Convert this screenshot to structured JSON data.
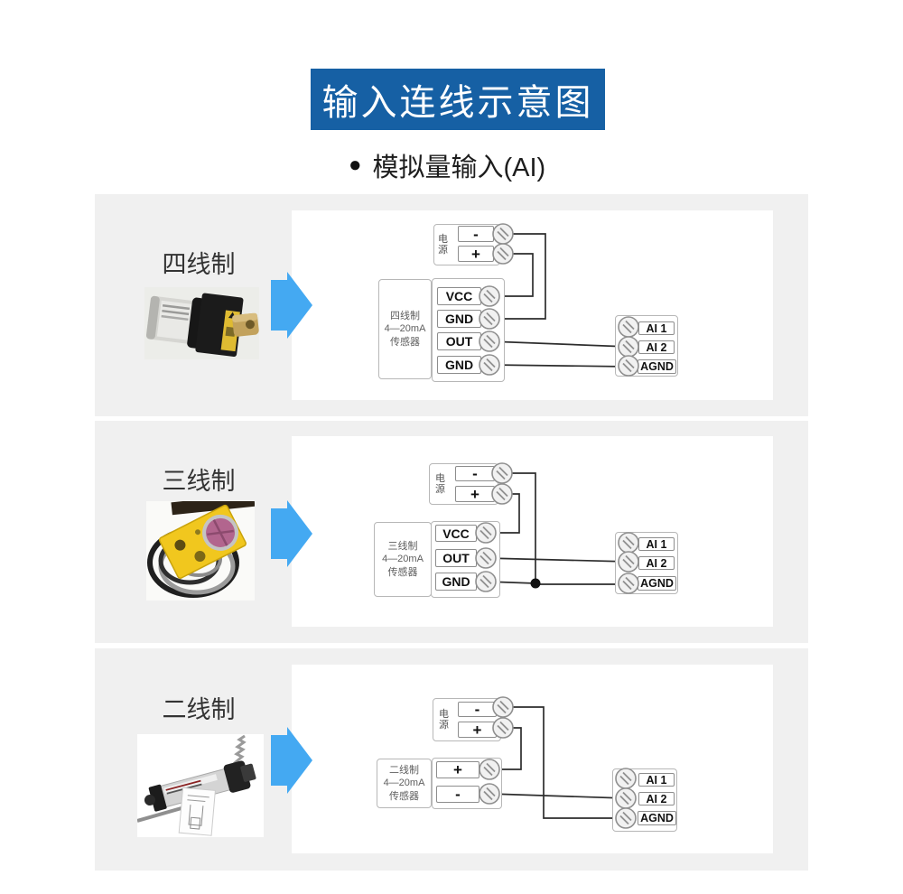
{
  "page": {
    "title": "输入连线示意图",
    "bullet": "●",
    "subtitle": "模拟量输入(AI)"
  },
  "colors": {
    "banner_blue": "#1660a4",
    "arrow_blue": "#44a9f2",
    "panel_gray": "#f0f0f0",
    "wire": "#2d2d2d"
  },
  "shared": {
    "power_label": "电源",
    "minus": "-",
    "plus": "+",
    "ai1": "AI 1",
    "ai2": "AI 2",
    "agnd": "AGND"
  },
  "sections": [
    {
      "label": "四线制",
      "photo": "rotary-encoder-sensor-photo",
      "sensor_name": [
        "四线制",
        "4—20mA",
        "传感器"
      ],
      "terminals": [
        "VCC",
        "GND",
        "OUT",
        "GND"
      ],
      "connections": [
        "电源- → GND",
        "电源+ → VCC",
        "OUT → AI 2",
        "GND → AGND"
      ]
    },
    {
      "label": "三线制",
      "photo": "photoelectric-sensor-photo",
      "sensor_name": [
        "三线制",
        "4—20mA",
        "传感器"
      ],
      "terminals": [
        "VCC",
        "OUT",
        "GND"
      ],
      "connections": [
        "电源- → AGND (节点与GND汇接)",
        "电源+ → VCC",
        "OUT → AI 2",
        "GND → 节点"
      ]
    },
    {
      "label": "二线制",
      "photo": "linear-displacement-sensor-photo",
      "sensor_name": [
        "二线制",
        "4—20mA",
        "传感器"
      ],
      "terminals": [
        "+",
        "-"
      ],
      "connections": [
        "电源- → AGND",
        "电源+ → 传感器+",
        "传感器- → AI 2"
      ]
    }
  ]
}
